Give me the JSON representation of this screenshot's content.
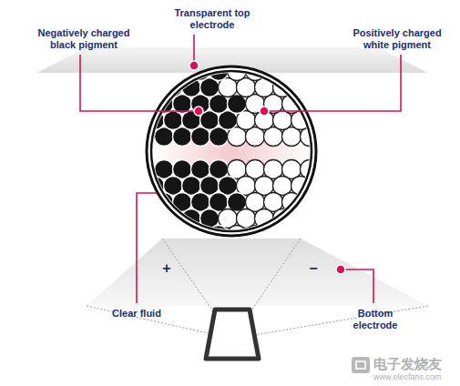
{
  "diagram": {
    "labels": [
      "Negatively charged black pigment",
      "Transparent top electrode",
      "Positively charged white pigment",
      "+",
      "−",
      "Clear fluid",
      "Bottom electrode",
      "电子发烧友",
      "www.elecfans.com"
    ]
  }
}
